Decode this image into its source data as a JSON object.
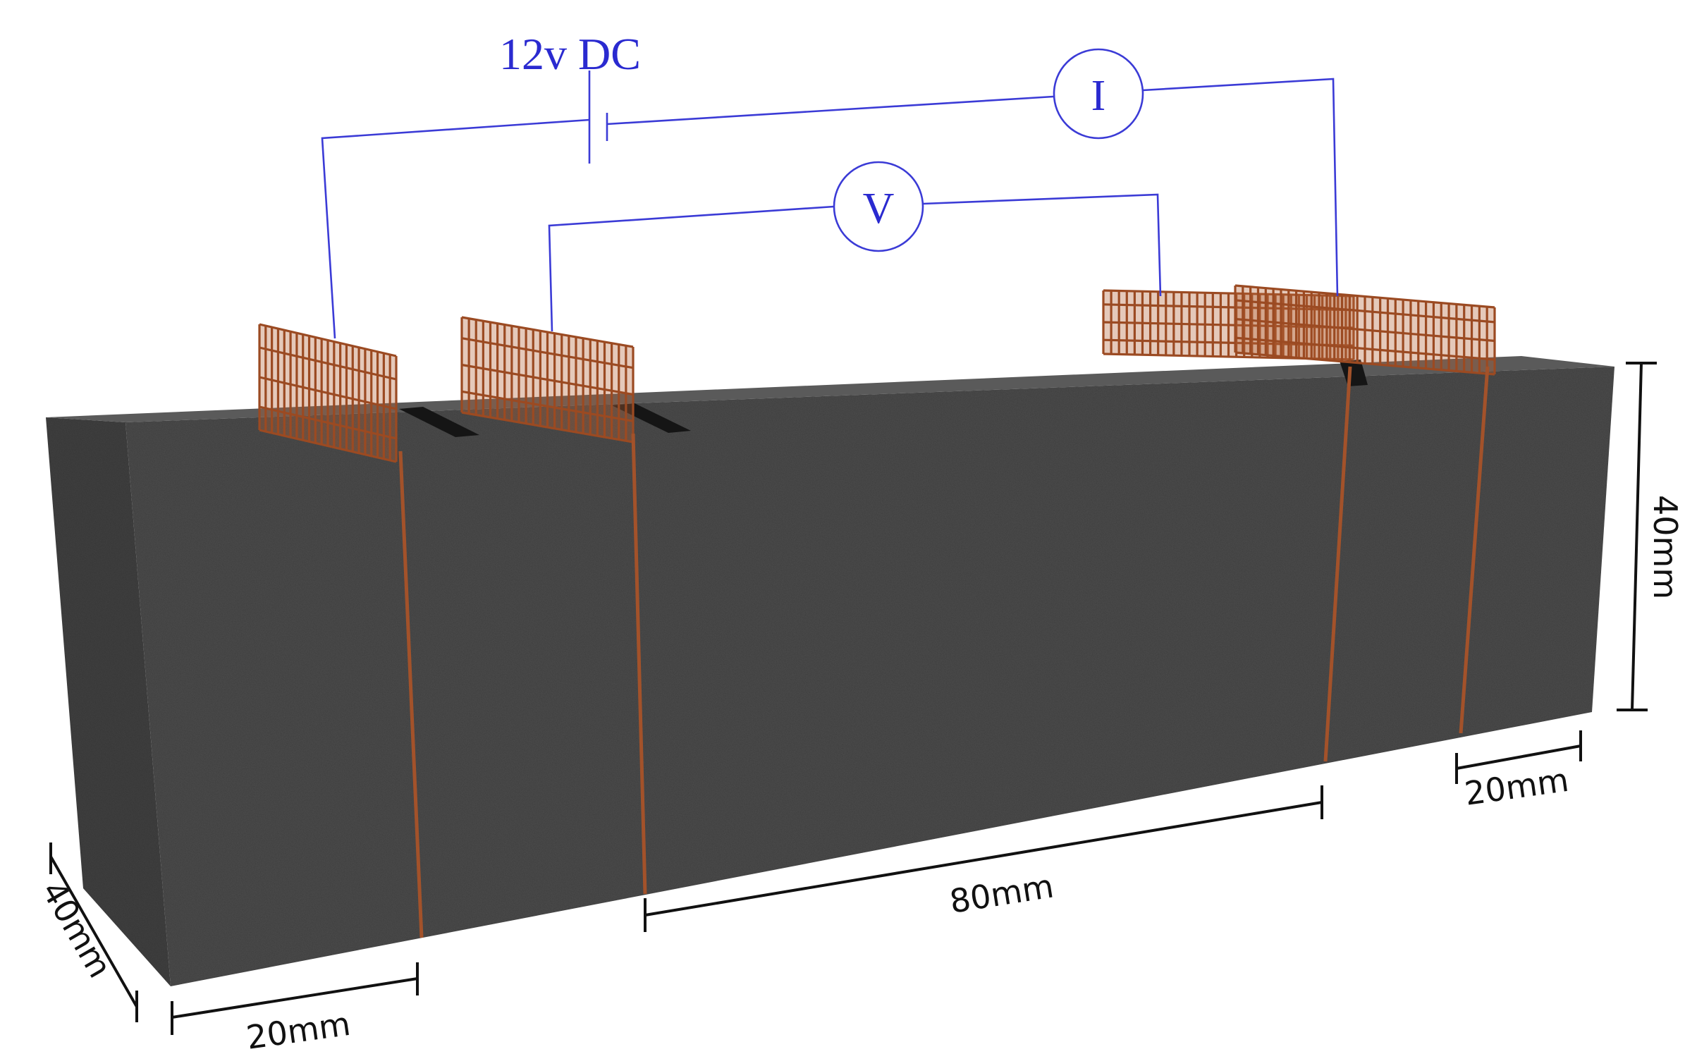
{
  "circuit": {
    "source_label": "12v DC",
    "ammeter_label": "I",
    "voltmeter_label": "V"
  },
  "dimensions": {
    "depth_label": "40mm",
    "left_end_label": "20mm",
    "electrode_spacing_label": "80mm",
    "right_end_label": "20mm",
    "height_label": "40mm"
  },
  "colors": {
    "concrete_front": "#4d4d4d",
    "concrete_top": "#5a5a5a",
    "concrete_side": "#424242",
    "copper_mesh": "#b5653a",
    "wire": "#3b3bd6",
    "dimension_line": "#111111"
  }
}
